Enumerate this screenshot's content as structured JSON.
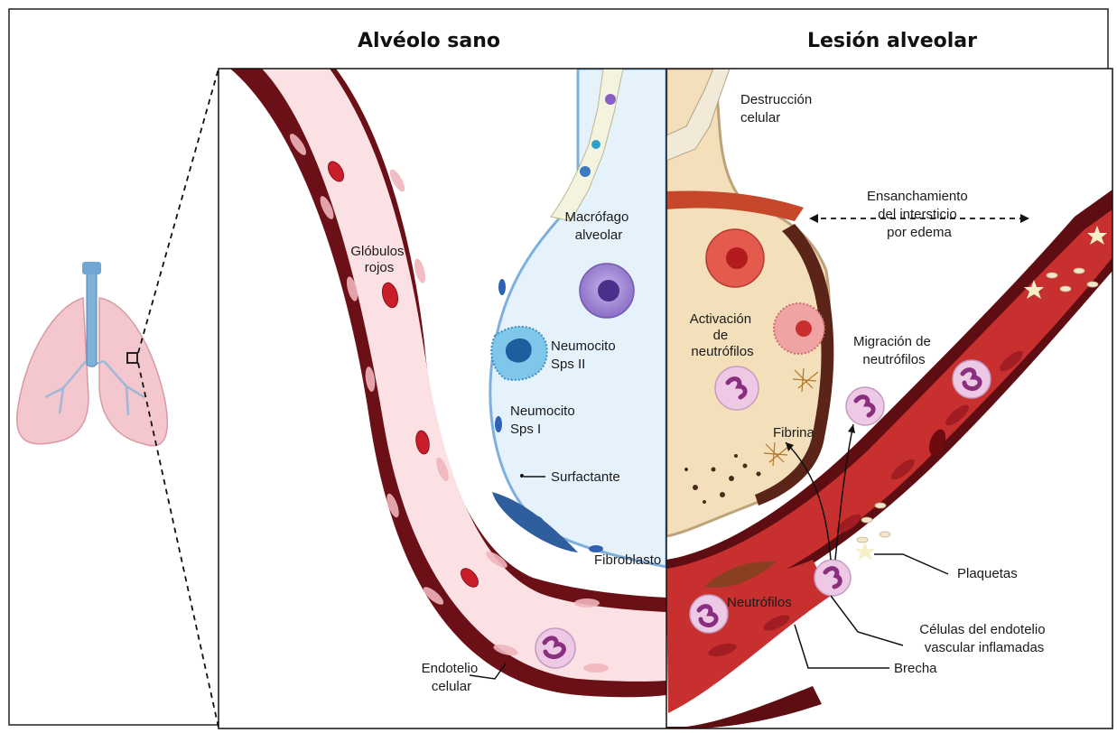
{
  "panels": {
    "left_title": "Alvéolo sano",
    "right_title": "Lesión alveolar"
  },
  "labels": {
    "globulos_rojos": [
      "Glóbulos",
      "rojos"
    ],
    "macrofago": [
      "Macrófago",
      "alveolar"
    ],
    "neumocito_ii": [
      "Neumocito",
      "Sps II"
    ],
    "neumocito_i": [
      "Neumocito",
      "Sps I"
    ],
    "surfactante": "Surfactante",
    "fibroblasto": "Fibroblasto",
    "endotelio_celular": [
      "Endotelio",
      "celular"
    ],
    "destruccion": [
      "Destrucción",
      "celular"
    ],
    "ensanchamiento": [
      "Ensanchamiento",
      "del intersticio",
      "por edema"
    ],
    "activacion": [
      "Activación",
      "de",
      "neutrófilos"
    ],
    "migracion": [
      "Migración de",
      "neutrófilos"
    ],
    "fibrina": "Fibrina",
    "plaquetas": "Plaquetas",
    "neutrofilos": "Neutrófilos",
    "celulas_endotelio": [
      "Células del endotelio",
      "vascular inflamadas"
    ],
    "brecha": "Brecha"
  },
  "colors": {
    "vessel_wall": "#6b1016",
    "healthy_lumen": "#fbe1e3",
    "injured_lumen": "#c8302f",
    "alveolus_healthy": "#e6f2fb",
    "alveolus_injured": "#f3dfb9",
    "rbc": "#c81e2a",
    "neutrophil": "#eec9e6",
    "neutrophil_nucleus": "#8a2f7e",
    "macrophage": "#8f74c9",
    "lung": "#f2c2c8",
    "trachea": "#7fb0d6"
  }
}
